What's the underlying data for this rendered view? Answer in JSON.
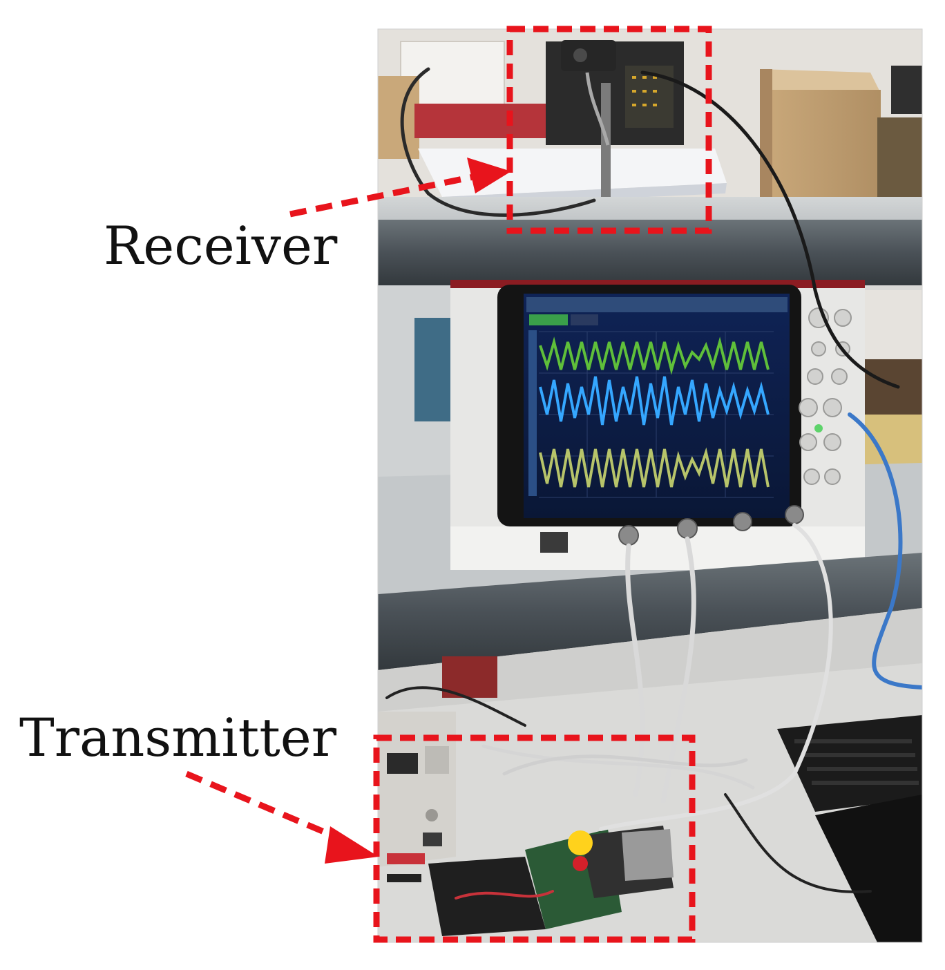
{
  "figure": {
    "labels": {
      "receiver": "Receiver",
      "transmitter": "Transmitter"
    },
    "colors": {
      "annotation": "#e8141c",
      "bench_frame": "#4a5157",
      "bench_surface": "#c9cdcf",
      "scope_body": "#e8e8e6",
      "scope_screen": "#0c1a3a",
      "trace_green": "#5fbf3a",
      "trace_blue": "#35a7ff",
      "trace_olive": "#b7c46a"
    },
    "icons": [
      "oscilloscope",
      "receiver-coil",
      "transmitter-board",
      "keyboard",
      "laptop",
      "power-supply",
      "cables"
    ]
  }
}
